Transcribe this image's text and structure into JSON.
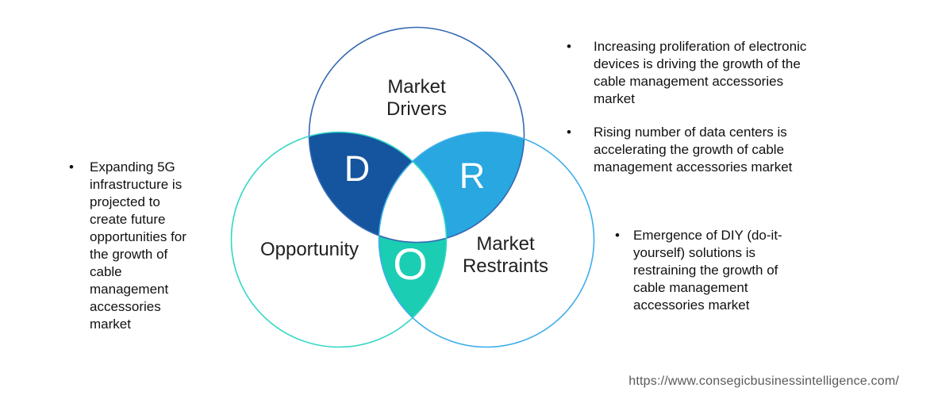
{
  "page": {
    "background": "#ffffff",
    "bullet_icon": "•",
    "source_url": "https://www.consegicbusinessintelligence.com/"
  },
  "diagram": {
    "circles": {
      "drivers": {
        "label": "Market\nDrivers",
        "stroke_color": "#3468B0"
      },
      "opportunity": {
        "label": "Opportunity",
        "stroke_color": "#33D7C4"
      },
      "restraints": {
        "label": "Market\nRestraints",
        "stroke_color": "#3EAEEA"
      }
    },
    "intersections": {
      "drivers_opportunity": {
        "letter": "D",
        "fill_color": "#15549E"
      },
      "drivers_restraints": {
        "letter": "R",
        "fill_color": "#28A7E0"
      },
      "opportunity_restraints": {
        "letter": "O",
        "fill_color": "#1ACDB3"
      },
      "center": {
        "fill_color": "#ffffff"
      }
    }
  },
  "left_notes": [
    {
      "text": "Expanding 5G\ninfrastructure is\nprojected to\ncreate future\nopportunities for\nthe growth of\ncable\nmanagement\naccessories\nmarket"
    }
  ],
  "right_notes": [
    {
      "text": "Increasing proliferation of electronic\ndevices is driving the growth of the\ncable management accessories\nmarket"
    },
    {
      "text": "Rising number of data centers is\naccelerating the growth of cable\nmanagement accessories market"
    },
    {
      "text": "Emergence of DIY (do-it-\nyourself) solutions is\nrestraining the growth of\ncable management\naccessories market"
    }
  ]
}
